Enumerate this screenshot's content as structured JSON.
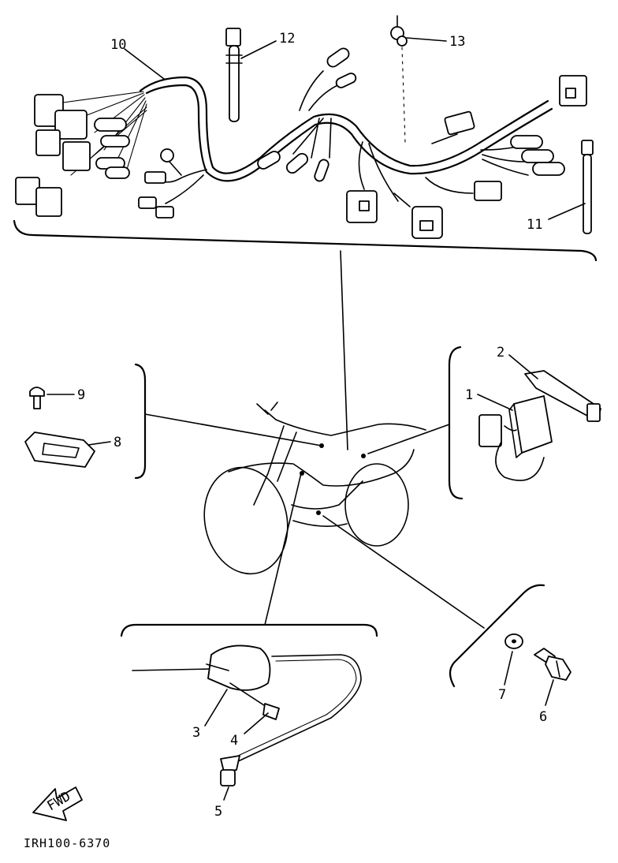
{
  "callouts": {
    "c1": "1",
    "c2": "2",
    "c3": "3",
    "c4": "4",
    "c5": "5",
    "c6": "6",
    "c7": "7",
    "c8": "8",
    "c9": "9",
    "c10": "10",
    "c11": "11",
    "c12": "12",
    "c13": "13"
  },
  "direction_arrow": {
    "label": "FWD"
  },
  "drawing_code": "IRH100-6370",
  "colors": {
    "ink": "#000000",
    "paper": "#ffffff"
  }
}
